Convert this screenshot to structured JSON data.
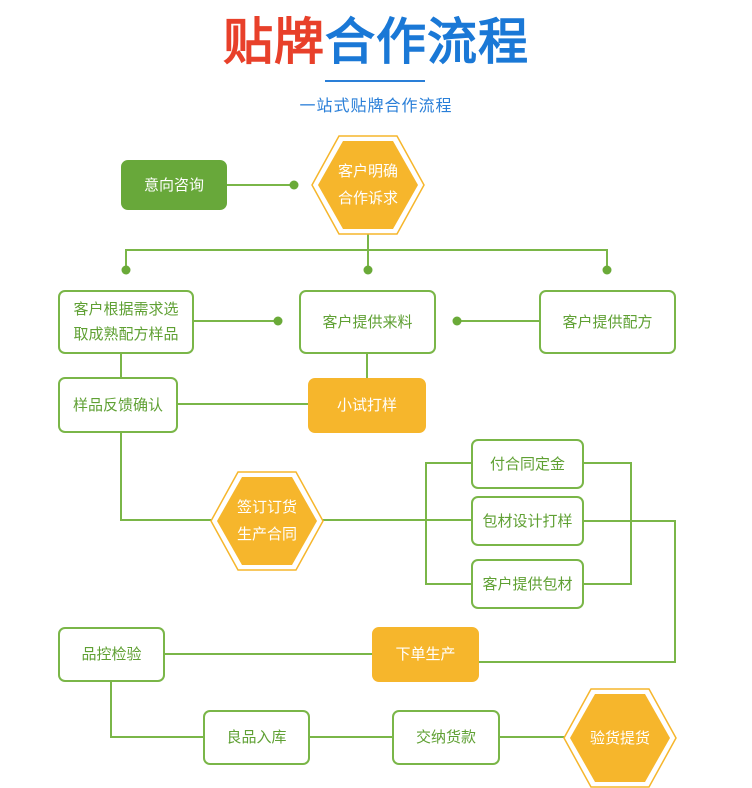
{
  "header": {
    "title_red": "贴牌",
    "title_blue": "合作流程",
    "subtitle": "一站式贴牌合作流程"
  },
  "colors": {
    "green": "#7ab648",
    "green_fill": "#68a83a",
    "orange": "#f6b62c",
    "title_red": "#e8402a",
    "title_blue": "#1a78d6"
  },
  "steps": {
    "inquiry": "意向咨询",
    "clarify": "客户明确\n合作诉求",
    "select_sample": "客户根据需求选\n取成熟配方样品",
    "provide_material": "客户提供来料",
    "provide_formula": "客户提供配方",
    "sample_feedback": "样品反馈确认",
    "trial_sample": "小试打样",
    "sign_contract": "签订订货\n生产合同",
    "pay_deposit": "付合同定金",
    "packaging_design": "包材设计打样",
    "provide_packaging": "客户提供包材",
    "quality_check": "品控检验",
    "place_order": "下单生产",
    "warehousing": "良品入库",
    "payment": "交纳货款",
    "delivery": "验货提货"
  }
}
